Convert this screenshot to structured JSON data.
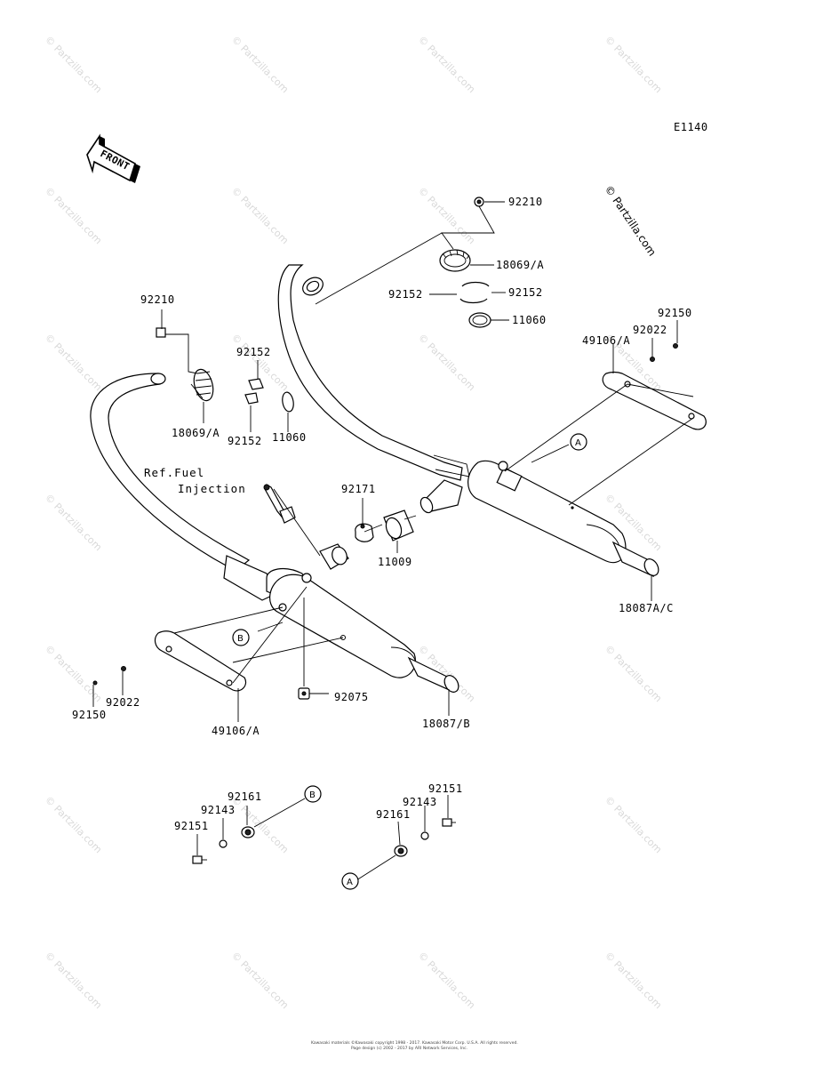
{
  "diagram_code": "E1140",
  "front_arrow_label": "FRONT",
  "side_watermark": "© Partzilla.com",
  "watermark_text": "© Partzilla.com",
  "ref_label": [
    "Ref.Fuel",
    "Injection"
  ],
  "callouts": {
    "a": "A",
    "b": "B"
  },
  "parts": {
    "p92210_top": "92210",
    "p18069_top": "18069/A",
    "p92152_a": "92152",
    "p92152_b": "92152",
    "p11060_top": "11060",
    "p92150_right": "92150",
    "p92022_right": "92022",
    "p49106_right": "49106/A",
    "p92210_left": "92210",
    "p92152_left_top": "92152",
    "p18069_left": "18069/A",
    "p92152_left_bot": "92152",
    "p11060_left": "11060",
    "p92171": "92171",
    "p11009": "11009",
    "p18087_ac": "18087A/C",
    "p92075": "92075",
    "p18087_b": "18087/B",
    "p49106_left": "49106/A",
    "p92022_left": "92022",
    "p92150_left": "92150",
    "p92161_b": "92161",
    "p92143_b": "92143",
    "p92151_b": "92151",
    "p92151_a": "92151",
    "p92143_a": "92143",
    "p92161_a": "92161"
  },
  "footer": [
    "Kawasaki materials ©Kawasaki copyright 1998 - 2017. Kawasaki Motor Corp. U.S.A. All rights reserved.",
    "Page design (c) 2002 - 2017 by ARI Network Services, Inc."
  ]
}
